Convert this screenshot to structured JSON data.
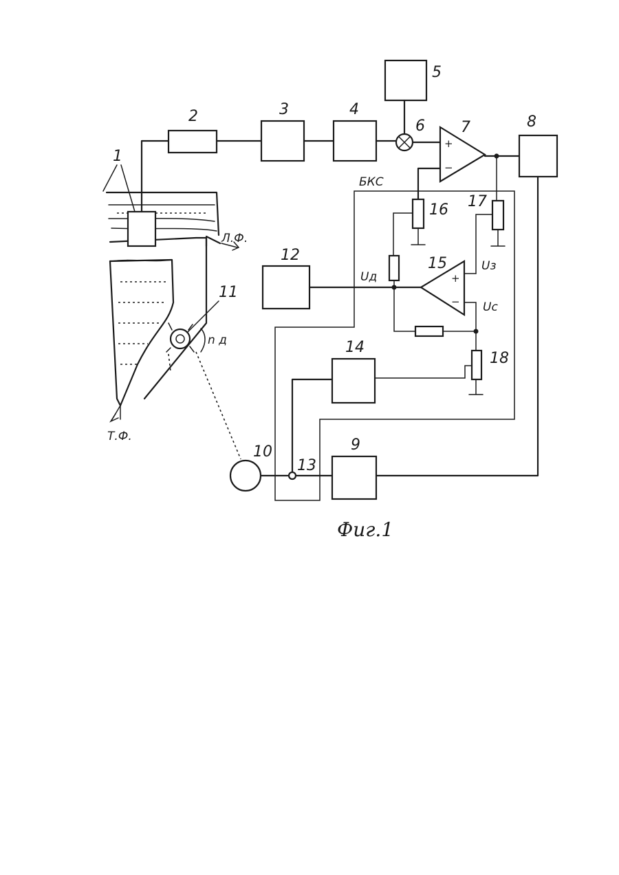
{
  "blocks": {
    "b1": "1",
    "b2": "2",
    "b3": "3",
    "b4": "4",
    "b5": "5",
    "b6": "6",
    "b7": "7",
    "b8": "8",
    "b9": "9",
    "b10": "10",
    "b11": "11",
    "b12": "12",
    "b13": "13",
    "b14": "14",
    "b15": "15",
    "b16": "16",
    "b17": "17",
    "b18": "18"
  },
  "labels": {
    "bks": "БКС",
    "lf": "Л.Ф.",
    "tf": "Т.Ф.",
    "nd": "n д",
    "ud": "Uд",
    "uz": "Uз",
    "uc": "Uс"
  },
  "signs": {
    "plus": "+",
    "minus": "−"
  },
  "caption": "Фиг.1"
}
